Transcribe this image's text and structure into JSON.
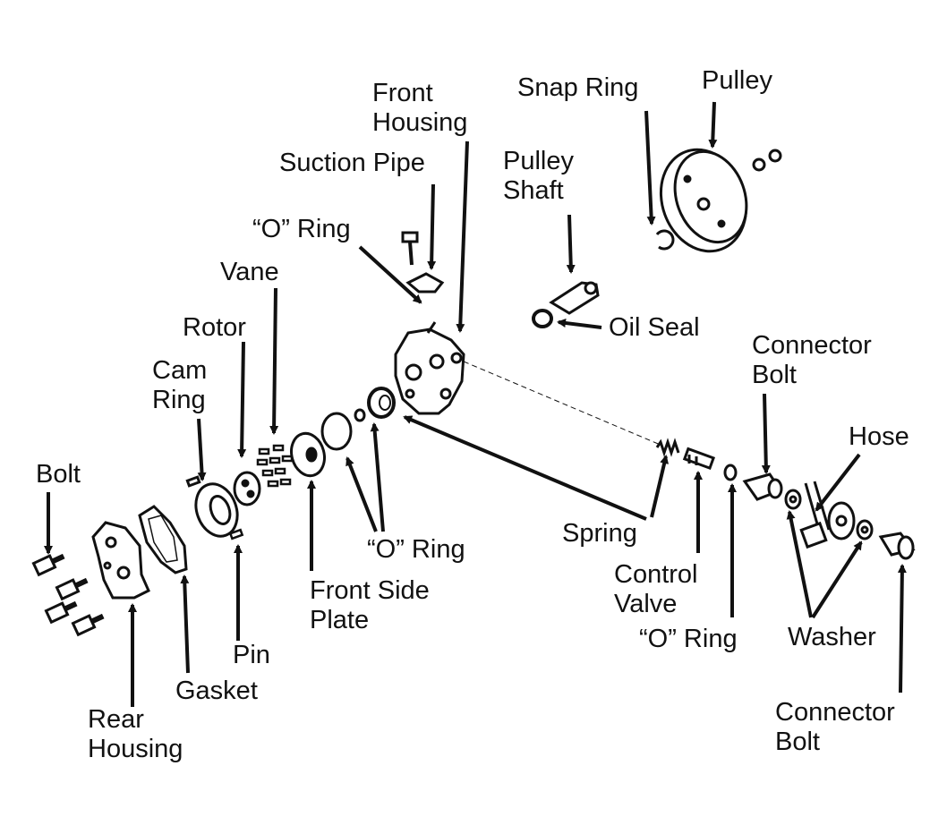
{
  "labels": {
    "front_housing": "Front\nHousing",
    "snap_ring": "Snap Ring",
    "pulley": "Pulley",
    "suction_pipe": "Suction Pipe",
    "pulley_shaft": "Pulley\nShaft",
    "o_ring_top": "“O” Ring",
    "vane": "Vane",
    "rotor": "Rotor",
    "oil_seal": "Oil Seal",
    "connector_bolt_top": "Connector\nBolt",
    "cam_ring": "Cam\nRing",
    "hose": "Hose",
    "bolt": "Bolt",
    "spring": "Spring",
    "o_ring_mid": "“O” Ring",
    "control_valve": "Control\nValve",
    "front_side_plate": "Front Side\nPlate",
    "o_ring_right": "“O” Ring",
    "washer": "Washer",
    "pin": "Pin",
    "gasket": "Gasket",
    "rear_housing": "Rear\nHousing",
    "connector_bolt_bottom": "Connector\nBolt"
  },
  "colors": {
    "ink": "#111111",
    "paper": "#ffffff"
  }
}
